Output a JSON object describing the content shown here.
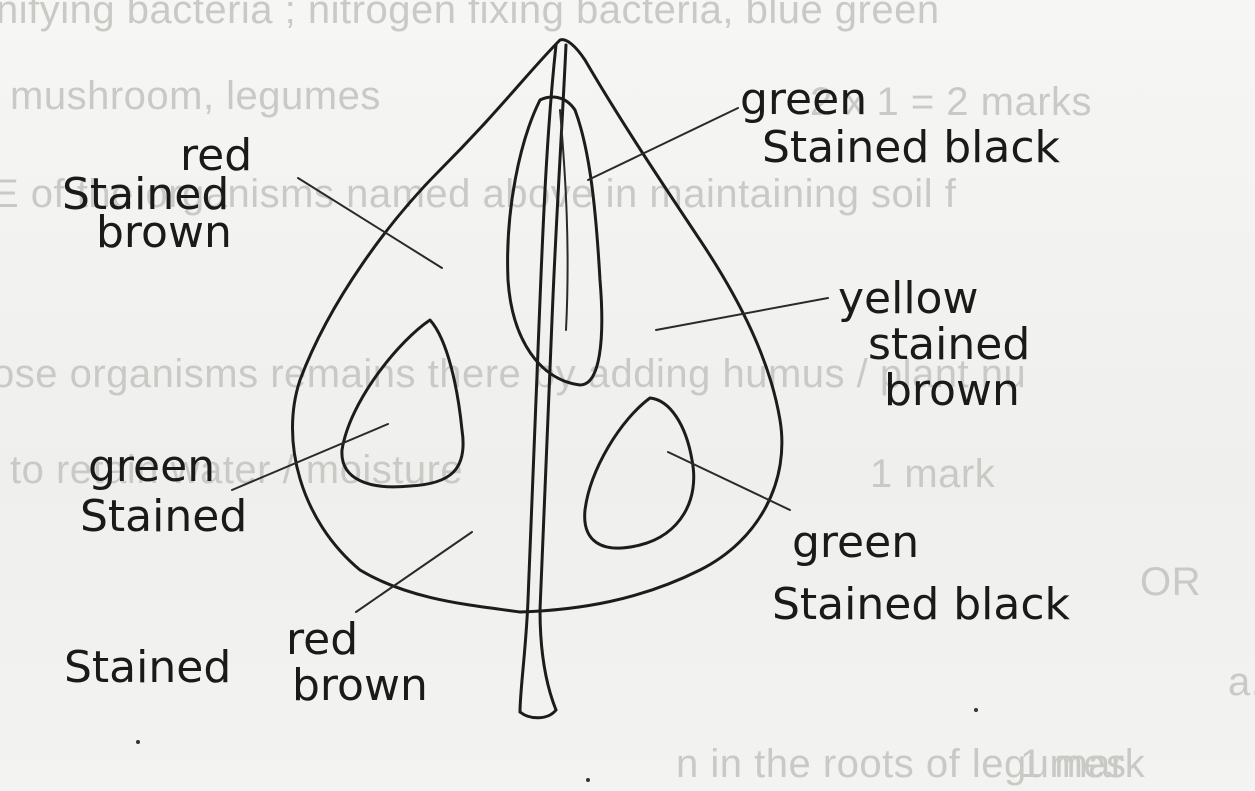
{
  "background_text": {
    "line1": "nifying bacteria ; nitrogen fixing bacteria, blue green",
    "line2": "mushroom, legumes",
    "line2_marks": "2 x 1 = 2 marks",
    "line3": "E of the organisms named above in maintaining soil f",
    "line4": "ose organisms remains there by adding humus / plant nu",
    "line5": "to retain water / moisture",
    "line5_marks": "1 mark",
    "line6": "OR",
    "line7": "a.",
    "line8": "n in the roots of legumes",
    "line8_marks": "1 mark"
  },
  "labels": {
    "top_left": [
      "red",
      "Stained",
      "brown"
    ],
    "top_right": [
      "green",
      "Stained black"
    ],
    "mid_right": [
      "yellow",
      "stained",
      "brown"
    ],
    "mid_left": [
      "green",
      "Stained"
    ],
    "bottom_right": [
      "green",
      "Stained black"
    ],
    "bottom_left_line1": "red",
    "bottom_left_line2a": "Stained",
    "bottom_left_line2b": "brown"
  },
  "colors": {
    "ink": "#1c1c1c",
    "ghost_print": "#c9c9c6",
    "paper": "#f4f4f2"
  }
}
